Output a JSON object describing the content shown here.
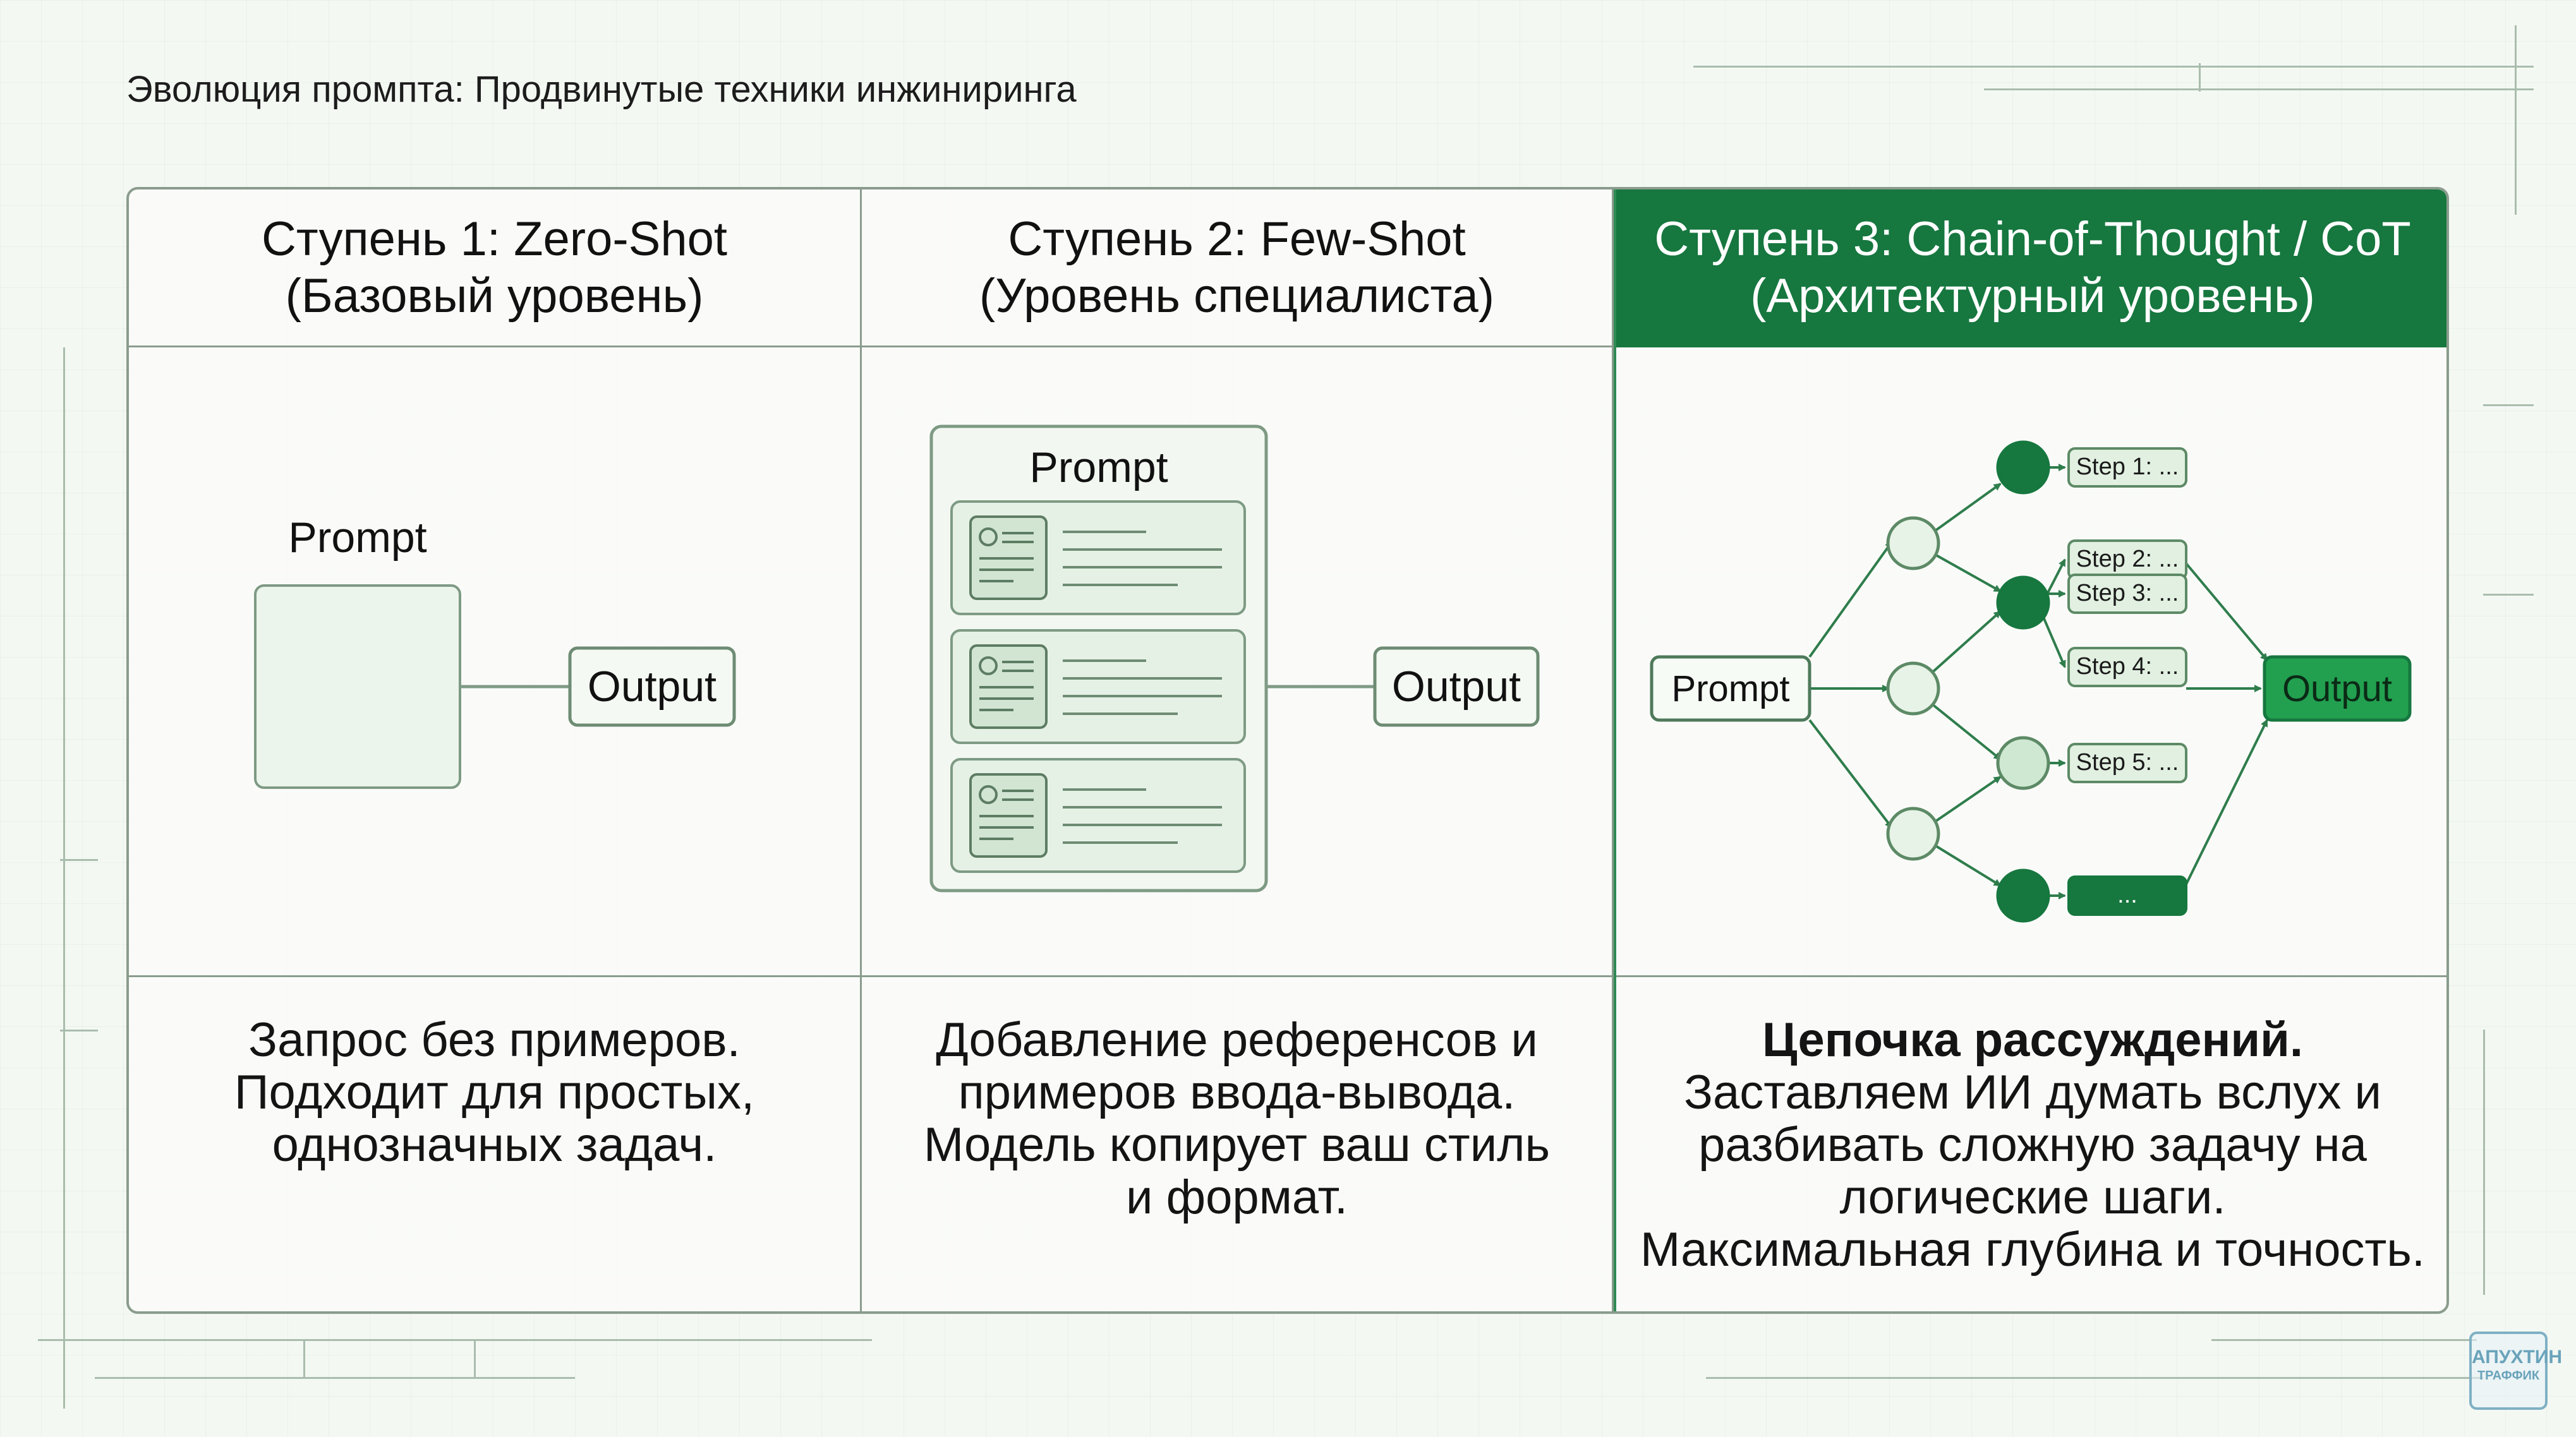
{
  "title": "Эволюция промпта: Продвинутые техники инжиниринга",
  "columns": [
    {
      "header_line1": "Ступень 1: Zero-Shot",
      "header_line2": "(Базовый уровень)",
      "prompt_label": "Prompt",
      "output_label": "Output",
      "desc_lines": [
        "Запрос без примеров.",
        "Подходит для простых,",
        "однозначных задач."
      ]
    },
    {
      "header_line1": "Ступень 2: Few-Shot",
      "header_line2": "(Уровень специалиста)",
      "prompt_label": "Prompt",
      "output_label": "Output",
      "desc_lines": [
        "Добавление референсов и",
        "примеров ввода-вывода.",
        "Модель копирует ваш стиль",
        "и формат."
      ]
    },
    {
      "header_line1": "Ступень 3: Chain-of-Thought / CoT",
      "header_line2": "(Архитектурный уровень)",
      "prompt_label": "Prompt",
      "output_label": "Output",
      "steps": [
        "Step 1: ...",
        "Step 2: ...",
        "Step 3: ...",
        "Step 4: ...",
        "Step 5: ...",
        "..."
      ],
      "desc_bold": "Цепочка рассуждений.",
      "desc_lines": [
        "Заставляем ИИ думать вслух и",
        "разбивать сложную задачу на",
        "логические шаги.",
        "Максимальная глубина и точность."
      ]
    }
  ],
  "logo": {
    "line1": "АПУХТИН",
    "line2": "ТРАФФИК"
  },
  "colors": {
    "accent": "#16773f",
    "node_light": "#dff0e1",
    "border": "#8a9c8d"
  }
}
